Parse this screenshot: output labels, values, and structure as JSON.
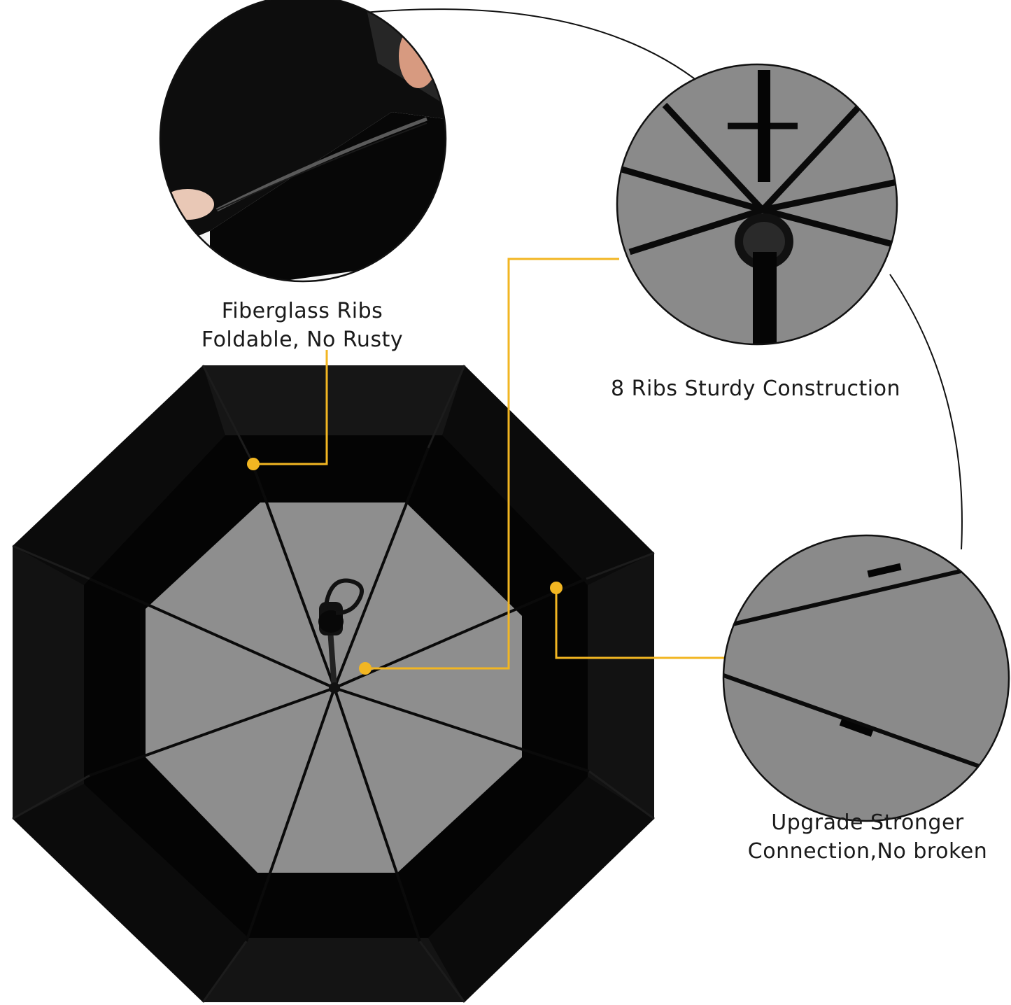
{
  "callouts": {
    "fiberglass": {
      "line1": "Fiberglass Ribs",
      "line2": "Foldable, No Rusty"
    },
    "sturdy": {
      "line1": "8 Ribs Sturdy Construction"
    },
    "connection": {
      "line1": "Upgrade Stronger",
      "line2": "Connection,No broken"
    }
  },
  "colors": {
    "canopy_outer": "#0b0b0b",
    "canopy_inner_band": "#050505",
    "canopy_center": "#8e8e8e",
    "leader_line": "#f2b622",
    "circle_border": "#111111"
  }
}
